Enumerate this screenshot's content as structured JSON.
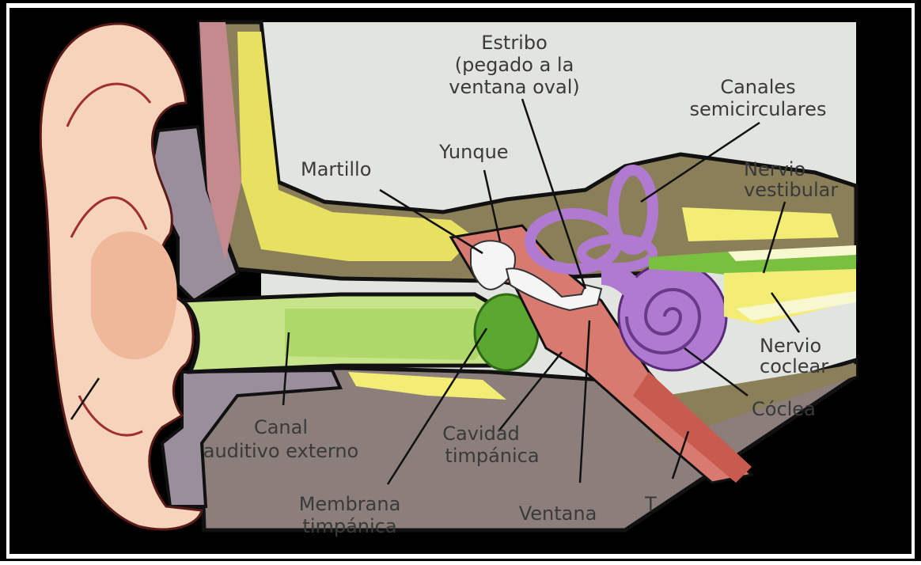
{
  "labels": {
    "estribo_line1": "Estribo",
    "estribo_line2": "(pegado a la",
    "estribo_line3": "ventana oval)",
    "canales_line1": "Canales",
    "canales_line2": "semicirculares",
    "martillo": "Martillo",
    "yunque": "Yunque",
    "nervio_vest_line1": "Nervio",
    "nervio_vest_line2": "vestibular",
    "nervio_coclear_line1": "Nervio",
    "nervio_coclear_line2": "coclear",
    "coclea": "Cóclea",
    "canal_line1": "Canal",
    "canal_line2": "auditivo externo",
    "cavidad_line1": "Cavidad",
    "cavidad_line2": "timpánica",
    "membrana_line1": "Membrana",
    "membrana_line2": "timpánica",
    "ventana": "Ventana",
    "trompa": "T"
  },
  "colors": {
    "frame": "#000000",
    "background": "#e2e4e0",
    "skin": "#f6d3bb",
    "skin_dark": "#f0b89a",
    "cartilage": "#9a8d9c",
    "bone": "#d8d35a",
    "bone_light": "#f3ec75",
    "tissue": "#8a7f58",
    "lower_tissue": "#8b7e7b",
    "canal": "#bfe07a",
    "eardrum": "#5aa830",
    "ossicle": "#f5f5f5",
    "middle_ear": "#d87a70",
    "inner_ear": "#b07ad0",
    "nerve": "#f8f8d0"
  }
}
